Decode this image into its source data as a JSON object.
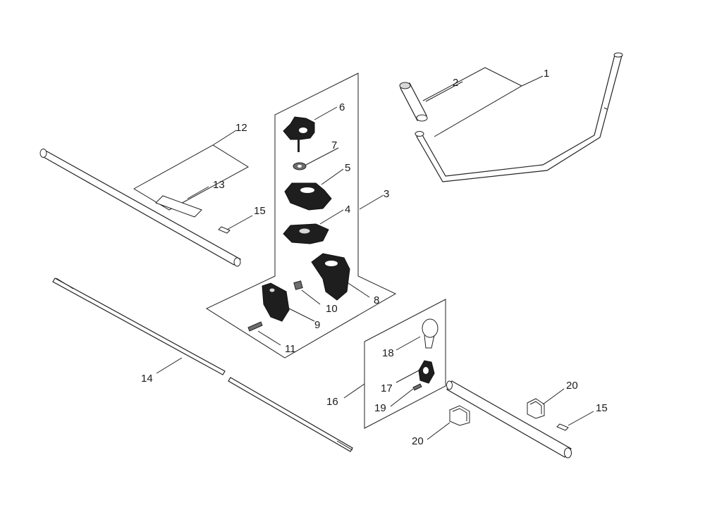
{
  "parts": [
    {
      "id": "p1",
      "number": "1"
    },
    {
      "id": "p2",
      "number": "2"
    },
    {
      "id": "p3",
      "number": "3"
    },
    {
      "id": "p4",
      "number": "4"
    },
    {
      "id": "p5",
      "number": "5"
    },
    {
      "id": "p6",
      "number": "6"
    },
    {
      "id": "p7",
      "number": "7"
    },
    {
      "id": "p8",
      "number": "8"
    },
    {
      "id": "p9",
      "number": "9"
    },
    {
      "id": "p10",
      "number": "10"
    },
    {
      "id": "p11",
      "number": "11"
    },
    {
      "id": "p12",
      "number": "12"
    },
    {
      "id": "p13",
      "number": "13"
    },
    {
      "id": "p14",
      "number": "14"
    },
    {
      "id": "p15a",
      "number": "15"
    },
    {
      "id": "p15b",
      "number": "15"
    },
    {
      "id": "p16",
      "number": "16"
    },
    {
      "id": "p17",
      "number": "17"
    },
    {
      "id": "p18",
      "number": "18"
    },
    {
      "id": "p19",
      "number": "19"
    },
    {
      "id": "p20a",
      "number": "20"
    },
    {
      "id": "p20b",
      "number": "20"
    }
  ]
}
